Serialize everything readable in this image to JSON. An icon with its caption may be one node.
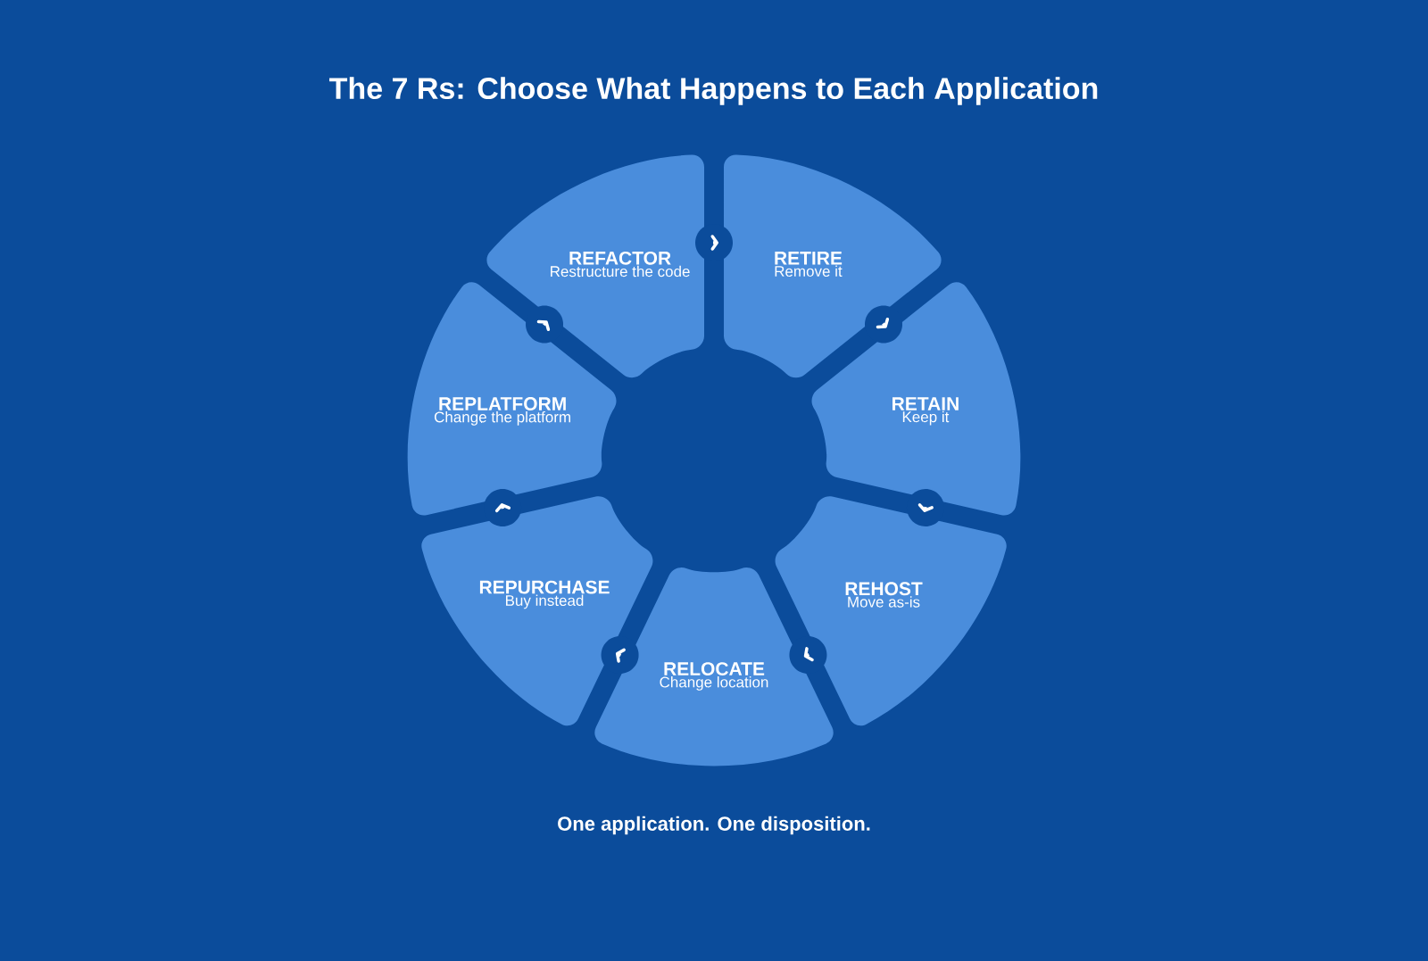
{
  "diagram": {
    "title": "The 7 Rs: Choose What Happens to Each Application",
    "caption": "One application. One disposition.",
    "nodes": [
      {
        "text": [
          "REFACTOR",
          "Restructure the code"
        ]
      },
      {
        "text": [
          "RETIRE",
          "Remove it"
        ]
      },
      {
        "text": [
          "RETAIN",
          "Keep it"
        ]
      },
      {
        "text": [
          "REHOST",
          "Move as-is"
        ]
      },
      {
        "text": [
          "RELOCATE",
          "Change location"
        ]
      },
      {
        "text": [
          "REPURCHASE",
          "Buy instead"
        ]
      },
      {
        "text": [
          "REPLATFORM",
          "Change the platform"
        ]
      }
    ],
    "edges": [
      {
        "from": 0,
        "to": 1,
        "arrow": "to"
      },
      {
        "from": 1,
        "to": 2,
        "arrow": "to"
      },
      {
        "from": 2,
        "to": 3,
        "arrow": "to"
      },
      {
        "from": 3,
        "to": 4,
        "arrow": "to"
      },
      {
        "from": 4,
        "to": 5,
        "arrow": "to"
      },
      {
        "from": 5,
        "to": 6,
        "arrow": "to"
      },
      {
        "from": 6,
        "to": 0,
        "arrow": "to"
      }
    ]
  }
}
